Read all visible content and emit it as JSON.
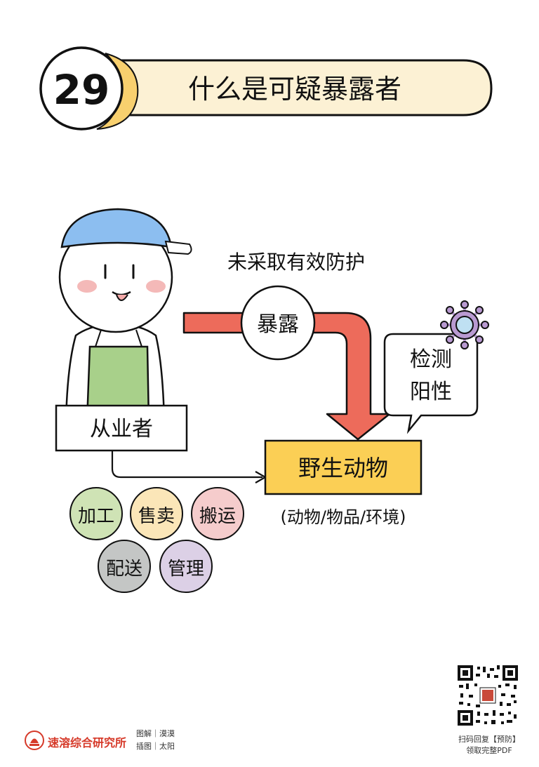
{
  "header": {
    "number": "29",
    "title": "什么是可疑暴露者"
  },
  "diagram": {
    "annotation_top": "未采取有效防护",
    "exposure_label": "暴露",
    "test_bubble": [
      "检测",
      "阳性"
    ],
    "worker_label": "从业者",
    "wild_animal_label": "野生动物",
    "wild_animal_sub": "(动物/物品/环境)",
    "activities": [
      {
        "label": "加工",
        "color": "#cfe3b5"
      },
      {
        "label": "售卖",
        "color": "#fbe6b8"
      },
      {
        "label": "搬运",
        "color": "#f5cccc"
      },
      {
        "label": "配送",
        "color": "#c4c6c5"
      },
      {
        "label": "管理",
        "color": "#dcd0e6"
      }
    ]
  },
  "footer": {
    "org_name": "速溶综合研究所",
    "credit_1": "图解｜漠漠",
    "credit_2": "插图｜太阳",
    "qr_line_1": "扫码回复【预防】",
    "qr_line_2": "领取完整PDF"
  },
  "colors": {
    "header_bg": "#fcf1d4",
    "header_accent": "#f8d06e",
    "arrow": "#ed6b5b",
    "wild_box": "#fbcf55",
    "cap": "#8cbef0",
    "shirt": "#a8d08a",
    "virus": "#b99ad1",
    "brand_red": "#d63a2a"
  }
}
